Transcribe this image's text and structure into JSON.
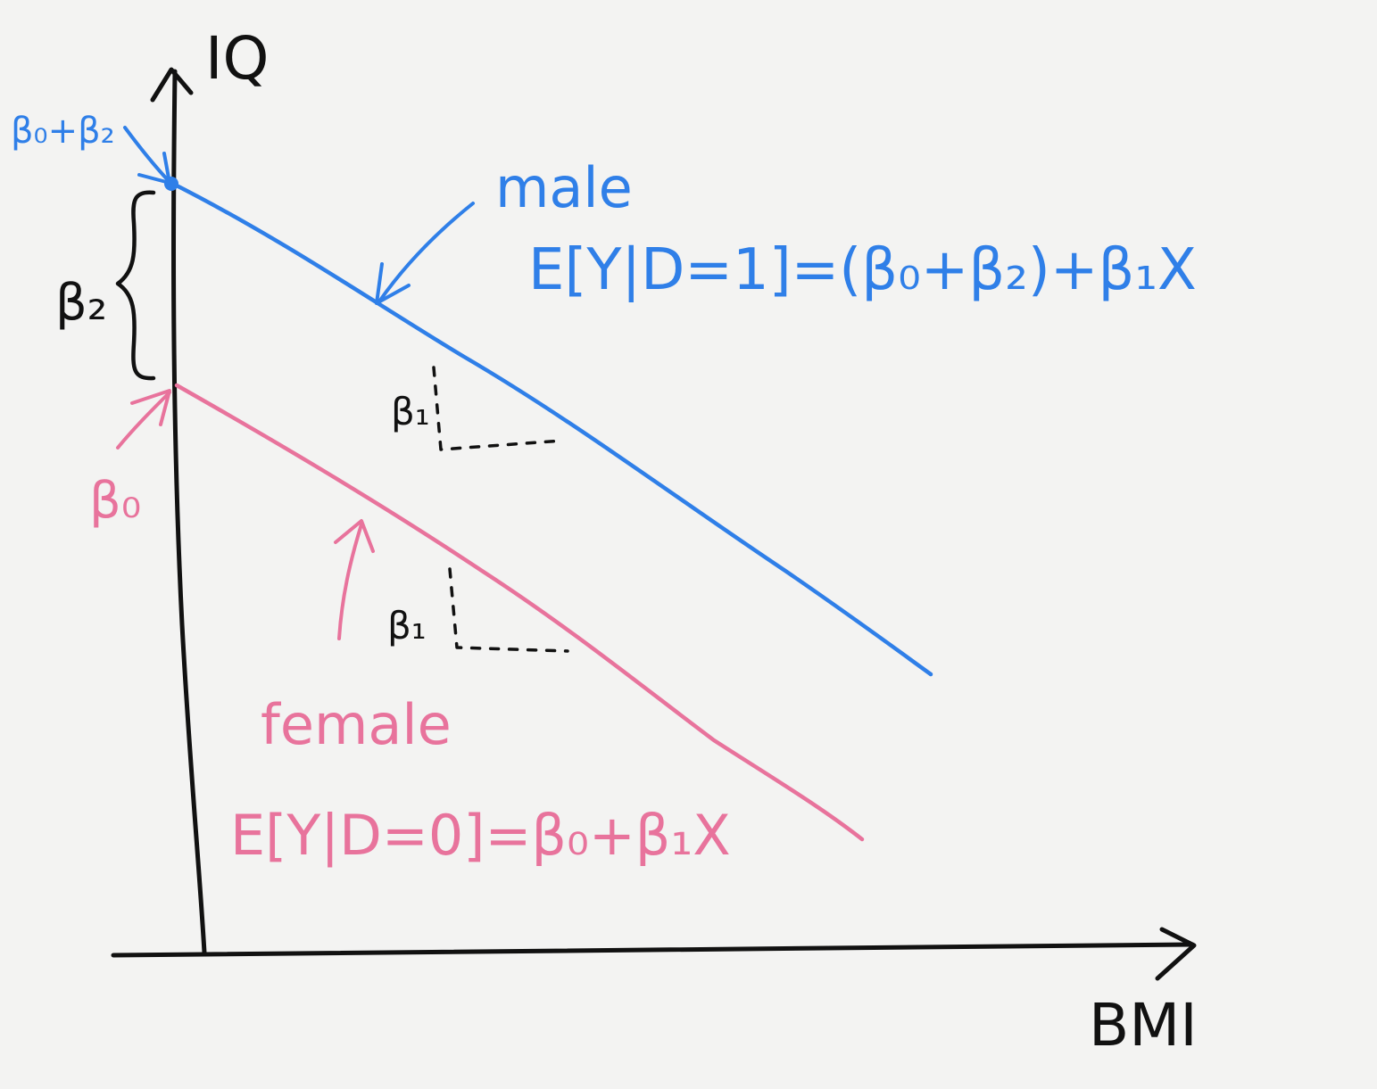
{
  "axes": {
    "y_label": "IQ",
    "x_label": "BMI"
  },
  "lines": {
    "male": {
      "label": "male",
      "equation": "E[Y|D=1]=(β₀+β₂)+β₁X",
      "intercept_label": "β₀+β₂",
      "slope_label": "β₁",
      "color": "#2f7fe8"
    },
    "female": {
      "label": "female",
      "equation": "E[Y|D=0]=β₀+β₁X",
      "intercept_label": "β₀",
      "slope_label": "β₁",
      "color": "#e8739c"
    }
  },
  "gap": {
    "label": "β₂"
  },
  "colors": {
    "ink": "#111111",
    "background": "#f3f3f2"
  }
}
